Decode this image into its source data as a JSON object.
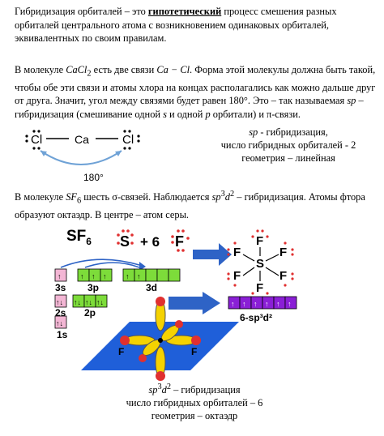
{
  "para1": {
    "pre": "Гибридизация орбиталей – это ",
    "bold": "гипотетический",
    "post": " процесс смешения разных орбиталей центрального атома с возникновением одинаковых орбиталей, эквивалентных по своим правилам."
  },
  "para2": {
    "t1": "В молекуле ",
    "f1": "CaCl",
    "f1sub": "2",
    "t2": " есть две связи ",
    "f2": "Ca − Cl",
    "t3": ". Форма этой молекулы должна быть такой, чтобы обе эти связи и атомы хлора на концах располагались как можно дальше друг от друга. Значит, угол между связями будет равен 180°. Это – так называемая ",
    "f3": "sp",
    "t4": " –гибридизация (смешивание одной ",
    "f4": "s",
    "t5": " и одной ",
    "f5": "p",
    "t6": " орбитали) и π-связи."
  },
  "cacl2_diagram": {
    "left_atom": "Cl",
    "center_atom": "Ca",
    "right_atom": "Cl",
    "angle": "180°"
  },
  "caption1": {
    "line1a": "sp",
    "line1b": " - гибридизация,",
    "line2": "число гибридных орбиталей - 2",
    "line3": "геометрия – линейная"
  },
  "para3": {
    "t1": "В молекуле ",
    "f1": "SF",
    "f1sub": "6",
    "t2": " шесть σ-связей.  Наблюдается ",
    "f2a": "sp",
    "f2b": "3",
    "f2c": "d",
    "f2d": "2",
    "t3": " – гибридизация. Атомы фтора образуют октаэдр. В центре – атом серы."
  },
  "sf6_figure": {
    "title": "SF",
    "title_sub": "6",
    "equation": {
      "s": "S",
      "plus": "+ 6",
      "f": "F"
    },
    "orbitals": {
      "s3": "3s",
      "p3": "3p",
      "d3": "3d",
      "s2": "2s",
      "p2": "2p",
      "s1": "1s"
    },
    "hybrid_label": "6-sp³d²",
    "lewis_center": "S",
    "lewis_ligand": "F",
    "octahedron_ligand": "F"
  },
  "caption2": {
    "line1a": "sp",
    "line1b": "3",
    "line1c": "d",
    "line1d": "2",
    "line1e": " – гибридизация",
    "line2": "число гибридных орбиталей – 6",
    "line3": "геометрия – октаэдр"
  },
  "colors": {
    "orbital_green": "#7ddc3a",
    "orbital_pink": "#f3b6d4",
    "hybrid_purple": "#8a1fd6",
    "plane_blue": "#1f5fd9",
    "lobe_yellow": "#f5d200",
    "arrow_blue": "#2e63c6"
  }
}
